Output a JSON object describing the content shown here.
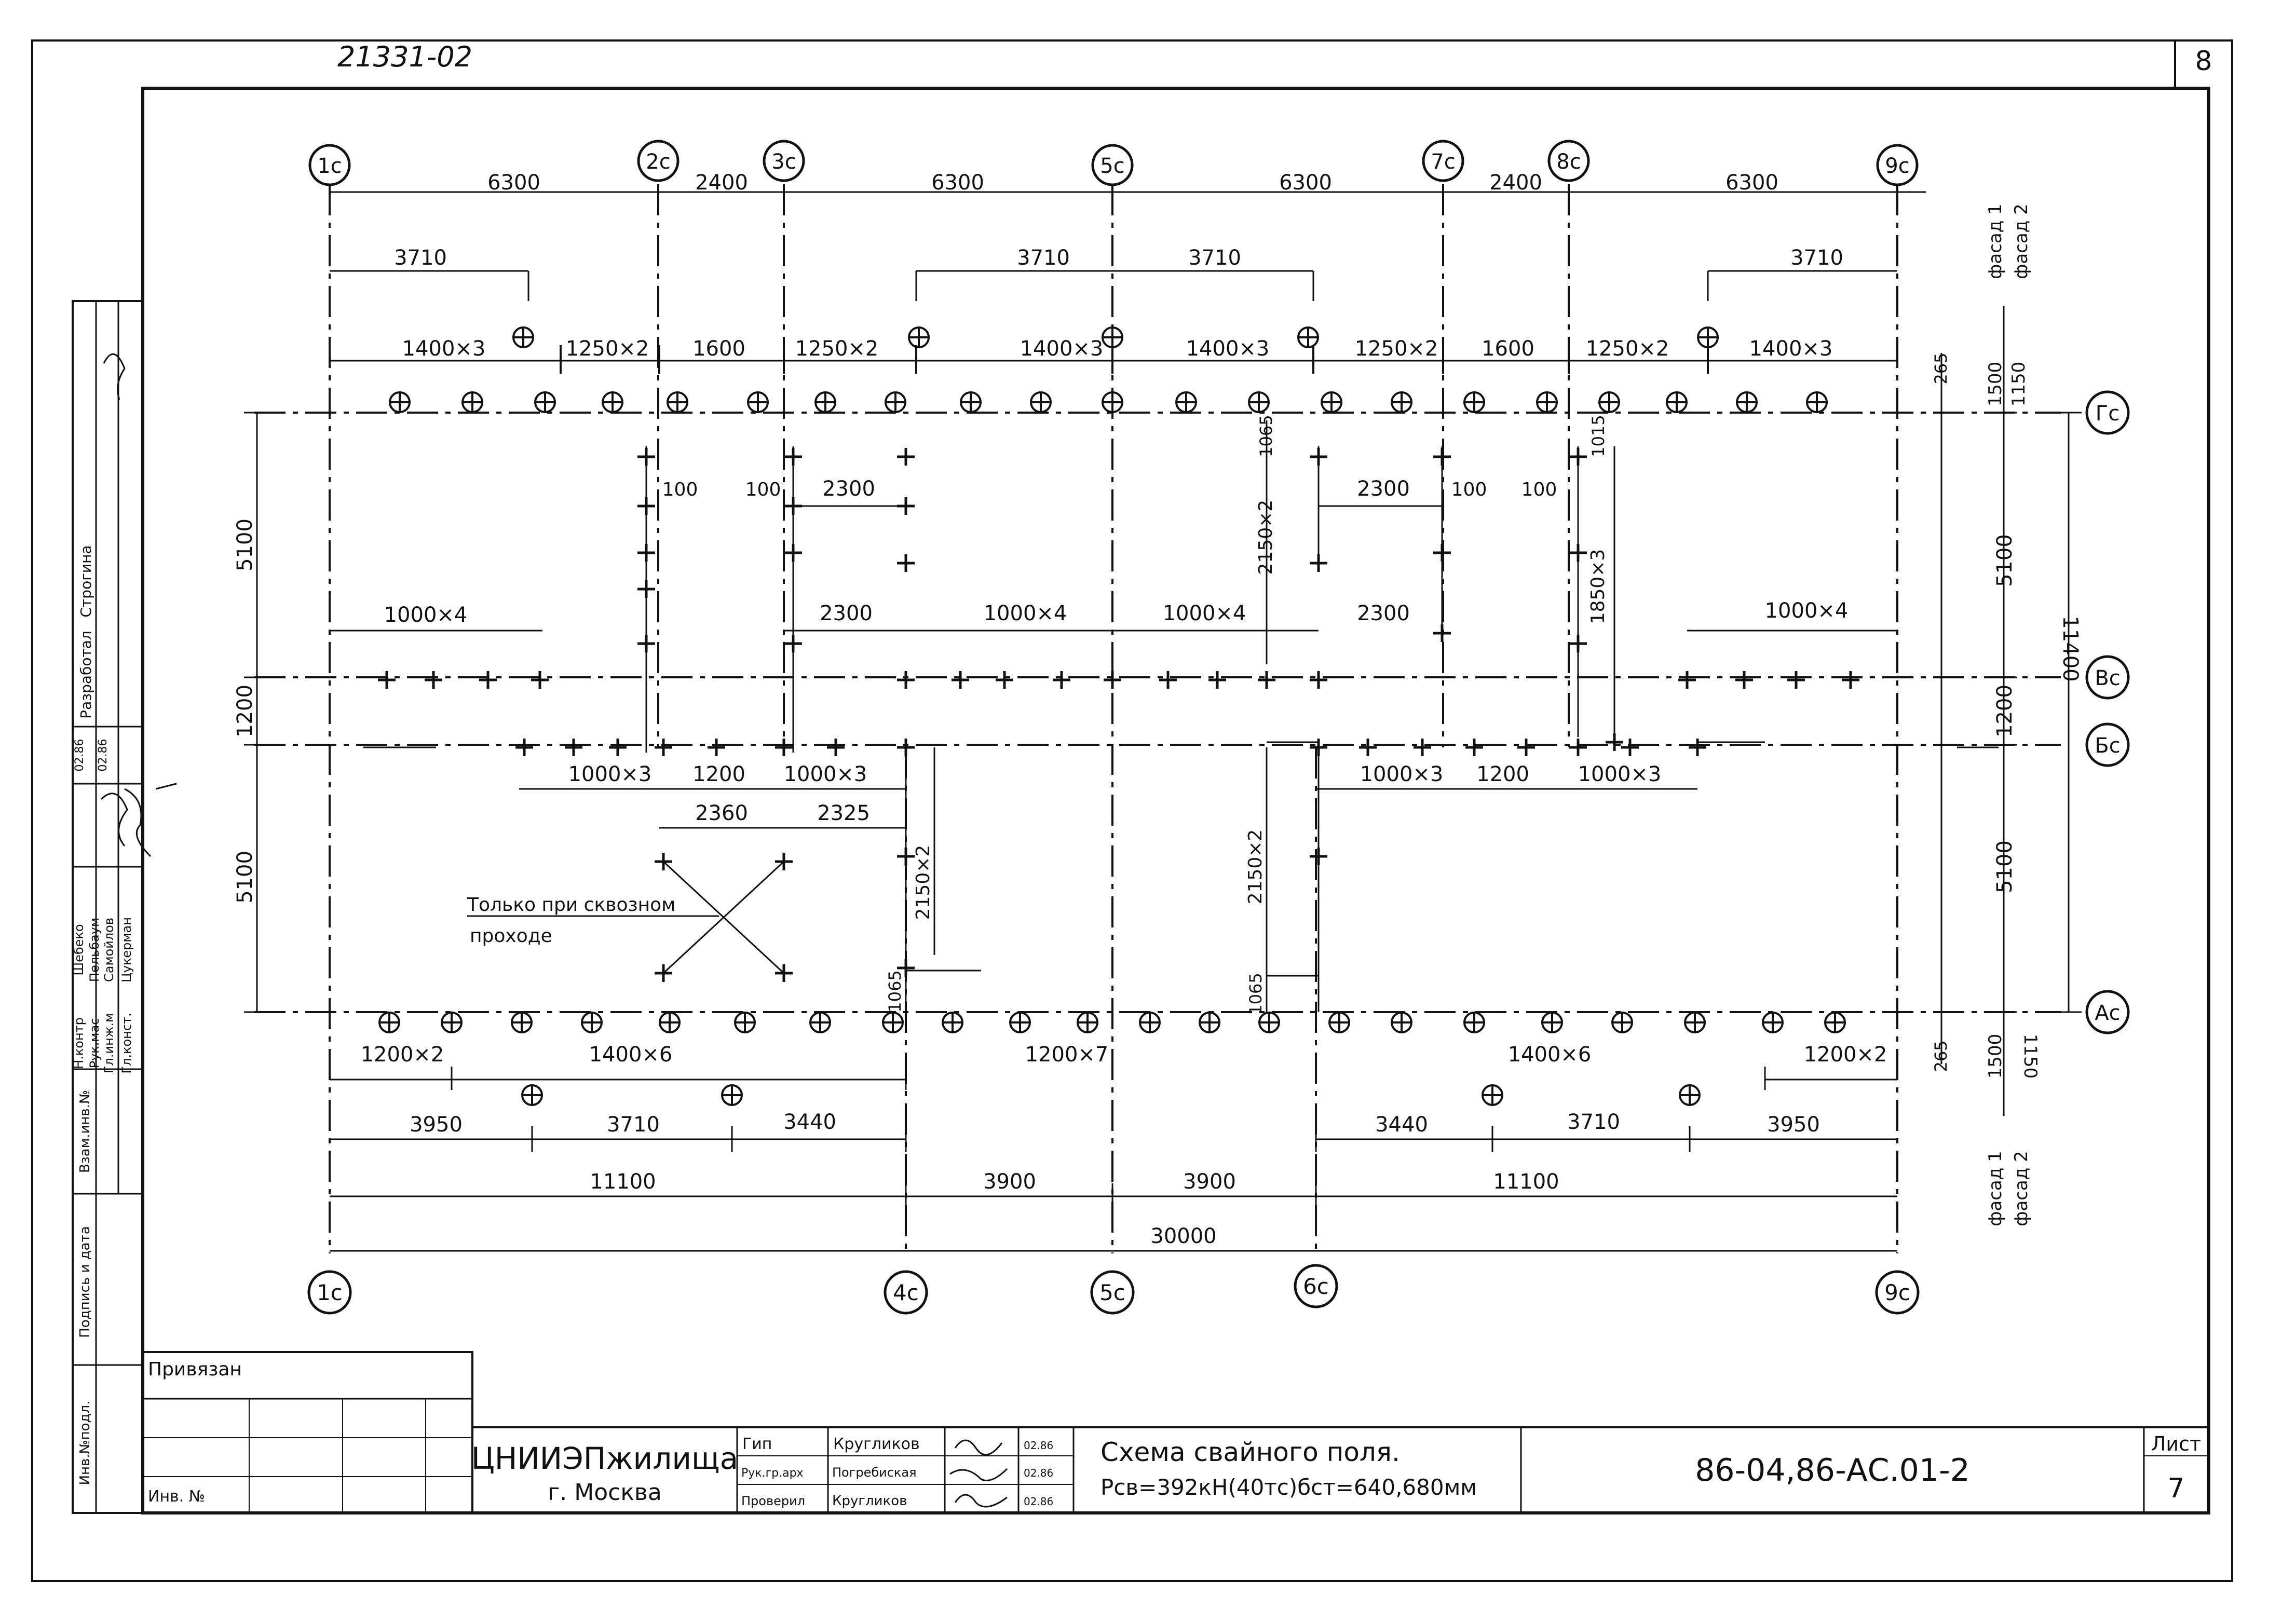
{
  "sheet": {
    "corner_code": "21331-02",
    "sheet_number_top": "8",
    "bound_label": "Привязан",
    "inv_label": "Инв. №",
    "organization": "ЦНИИЭПжилища",
    "city": "г. Москва",
    "roles": [
      {
        "role": "Гип",
        "name": "Кругликов",
        "date": "02.86"
      },
      {
        "role": "Рук.гр.арх",
        "name": "Погребиская",
        "date": "02.86"
      },
      {
        "role": "Проверил",
        "name": "Кругликов",
        "date": "02.86"
      }
    ],
    "title_line1": "Схема свайного поля.",
    "title_line2": "Рсв=392кН(40тс)бст=640,680мм",
    "doc_code": "86-04,86-АС.01-2",
    "sheet_label": "Лист",
    "sheet_value": "7",
    "left_stamp": {
      "cells": [
        "Строгина",
        "Разработал",
        "Н.контр",
        "Шебеко",
        "Рук.мас",
        "Пельбаум",
        "Гл.инж.м",
        "Самойлов",
        "Гл.конст.",
        "Цукерман"
      ],
      "dates": [
        "02.86",
        "02.86"
      ],
      "side_cells": [
        "Инв.№подл.",
        "Подпись и дата",
        "Взам.инв.№"
      ]
    }
  },
  "axes": {
    "top": [
      "1с",
      "2с",
      "3с",
      "5с",
      "7с",
      "8с",
      "9с"
    ],
    "bottom": [
      "1с",
      "4с",
      "5с",
      "6с",
      "9с"
    ],
    "right": [
      "Гс",
      "Вс",
      "Бс",
      "Ас"
    ]
  },
  "dims": {
    "top_row": [
      "6300",
      "2400",
      "6300",
      "6300",
      "2400",
      "6300"
    ],
    "top_3710": [
      "3710",
      "3710",
      "3710",
      "3710"
    ],
    "top_piles": [
      "1400×3",
      "1250×2",
      "1600",
      "1250×2",
      "1400×3",
      "1400×3",
      "1250×2",
      "1600",
      "1250×2",
      "1400×3"
    ],
    "left_vert": [
      "5100",
      "1200",
      "5100"
    ],
    "right_vert": [
      "5100",
      "1200",
      "5100"
    ],
    "right_total": "11400",
    "right_small": [
      "265",
      "265"
    ],
    "facade_top": [
      "1500",
      "1150"
    ],
    "facade_bottom": [
      "1500",
      "1150"
    ],
    "facade_labels": [
      "фасад 1",
      "фасад 2"
    ],
    "interior_100": [
      "100",
      "100",
      "100",
      "100"
    ],
    "interior_2300": [
      "2300",
      "2300",
      "2300",
      "2300"
    ],
    "interior_1000x4": [
      "1000×4",
      "1000×4",
      "1000×4",
      "1000×4"
    ],
    "interior_vert": [
      "1065",
      "2150×2",
      "1015",
      "1850×3",
      "2150×2",
      "2150×2",
      "1065",
      "1065"
    ],
    "mid_row": [
      "1000×3",
      "1200",
      "1000×3",
      "1000×3",
      "1200",
      "1000×3"
    ],
    "mid_2360": [
      "2360",
      "2325"
    ],
    "bottom_piles": [
      "1200×2",
      "1400×6",
      "1200×7",
      "1400×6",
      "1200×2"
    ],
    "bottom_row1": [
      "3950",
      "3710",
      "3440",
      "3440",
      "3710",
      "3950"
    ],
    "bottom_row2": [
      "11100",
      "3900",
      "3900",
      "11100"
    ],
    "bottom_total": "30000"
  },
  "notes": {
    "through_passage_1": "Только при сквозном",
    "through_passage_2": "проходе"
  }
}
